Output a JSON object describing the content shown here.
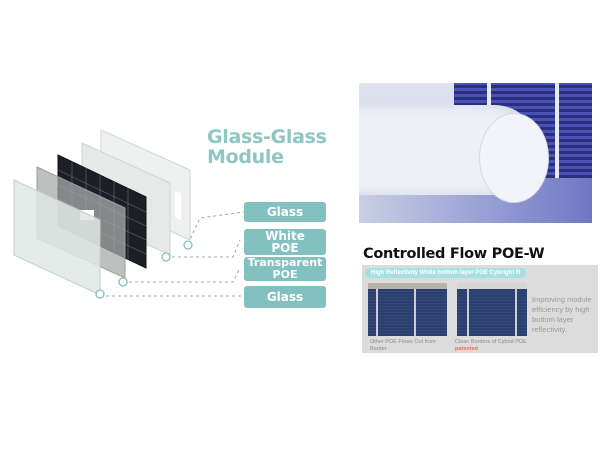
{
  "diagram": {
    "title_line1": "Glass-Glass",
    "title_line2": "Module",
    "layers": [
      {
        "line1": "Glass",
        "line2": ""
      },
      {
        "line1": "White",
        "line2": "POE"
      },
      {
        "line1": "Transparent",
        "line2": "POE"
      },
      {
        "line1": "Glass",
        "line2": ""
      }
    ],
    "accent_color": "#83c1c1"
  },
  "product": {
    "heading": "Controlled Flow POE-W",
    "banner": "High Reflectivity White bottom layer POE Cybright R",
    "left_caption": "Other POE Flows Out from Border",
    "right_caption": "Clean Borders of Cybrid POE",
    "right_caption_tag": "patented",
    "side_text": "Improving module efficiency by high bottom layer reflectivity.",
    "tag_color": "#e8704a"
  }
}
